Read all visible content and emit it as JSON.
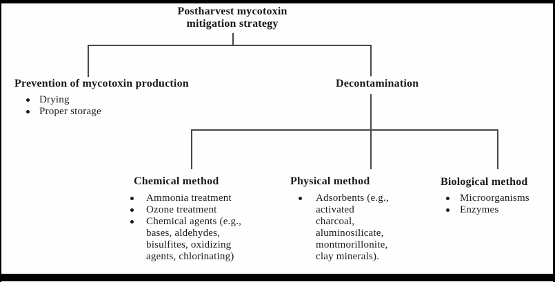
{
  "figure": {
    "title_line1": "Postharvest mycotoxin",
    "title_line2": "mitigation strategy"
  },
  "prevention": {
    "heading": "Prevention of mycotoxin production",
    "items": [
      "Drying",
      "Proper storage"
    ]
  },
  "decontamination": {
    "heading": "Decontamination",
    "chemical": {
      "heading": "Chemical method",
      "items": [
        "Ammonia treatment",
        "Ozone treatment",
        "Chemical agents (e.g.,\nbases, aldehydes,\nbisulfites, oxidizing\nagents, chlorinating)"
      ]
    },
    "physical": {
      "heading": "Physical method",
      "items": [
        "Adsorbents (e.g.,\nactivated\ncharcoal,\naluminosilicate,\nmontmorillonite,\nclay minerals)."
      ]
    },
    "biological": {
      "heading": "Biological method",
      "items": [
        "Microorganisms",
        "Enzymes"
      ]
    }
  },
  "colors": {
    "frame": "#000000",
    "connector_line": "#474747",
    "text": "#1a1a1a",
    "background": "#fefefe"
  }
}
